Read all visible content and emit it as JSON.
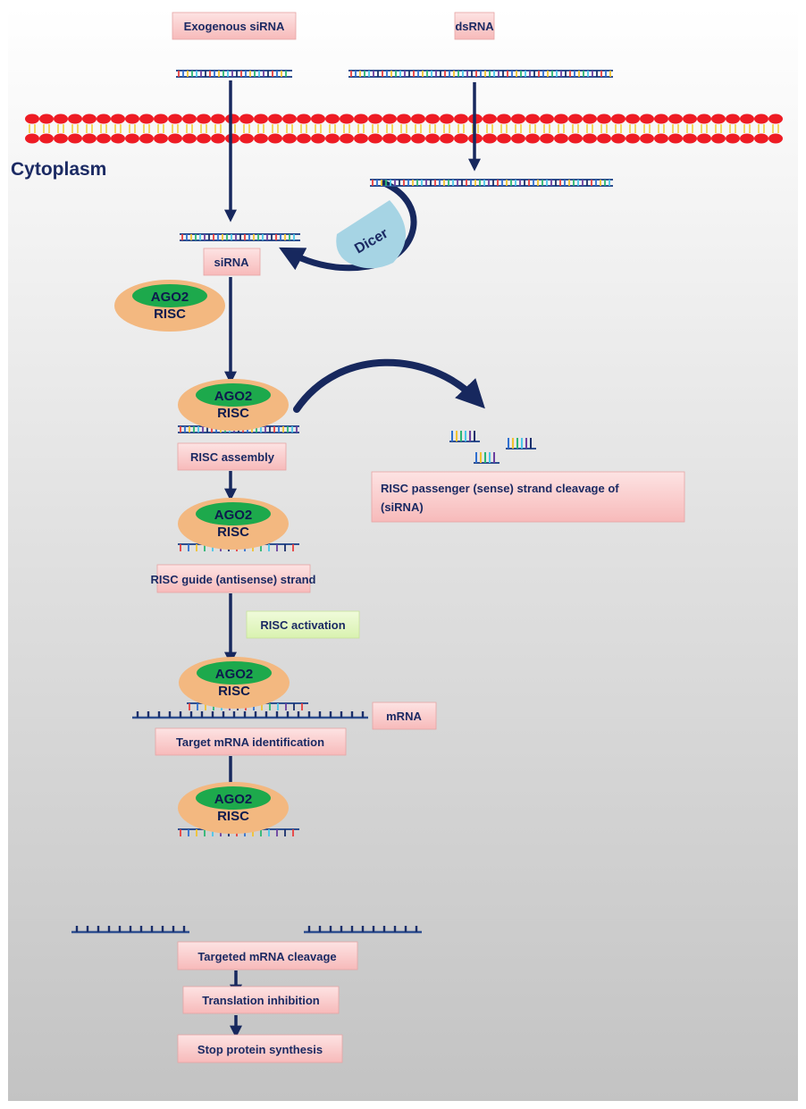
{
  "region_label": "Cytoplasm",
  "labels": {
    "exogenous_sirna": "Exogenous siRNA",
    "dsrna": "dsRNA",
    "dicer": "Dicer",
    "sirna": "siRNA",
    "risc_assembly": "RISC assembly",
    "passenger_line1": "RISC passenger (sense) strand cleavage of",
    "passenger_line2": "(siRNA)",
    "guide_strand": "RISC guide (antisense) strand",
    "risc_activation": "RISC activation",
    "mrna": "mRNA",
    "target_id": "Target mRNA identification",
    "targeted_cleavage": "Targeted  mRNA  cleavage",
    "translation_inhibition": "Translation inhibition",
    "stop_synthesis": "Stop protein synthesis"
  },
  "complex": {
    "protein": "AGO2",
    "name": "RISC"
  },
  "colors": {
    "label_fill": "#fbd0d0",
    "activation_fill": "#e6f7c6",
    "oval_outer": "#f3b880",
    "oval_inner": "#1da94c",
    "arrow": "#17285e",
    "dicer": "#a6d4e4",
    "membrane_red": "#ee1c24",
    "membrane_yellow": "#f5cf3e"
  }
}
